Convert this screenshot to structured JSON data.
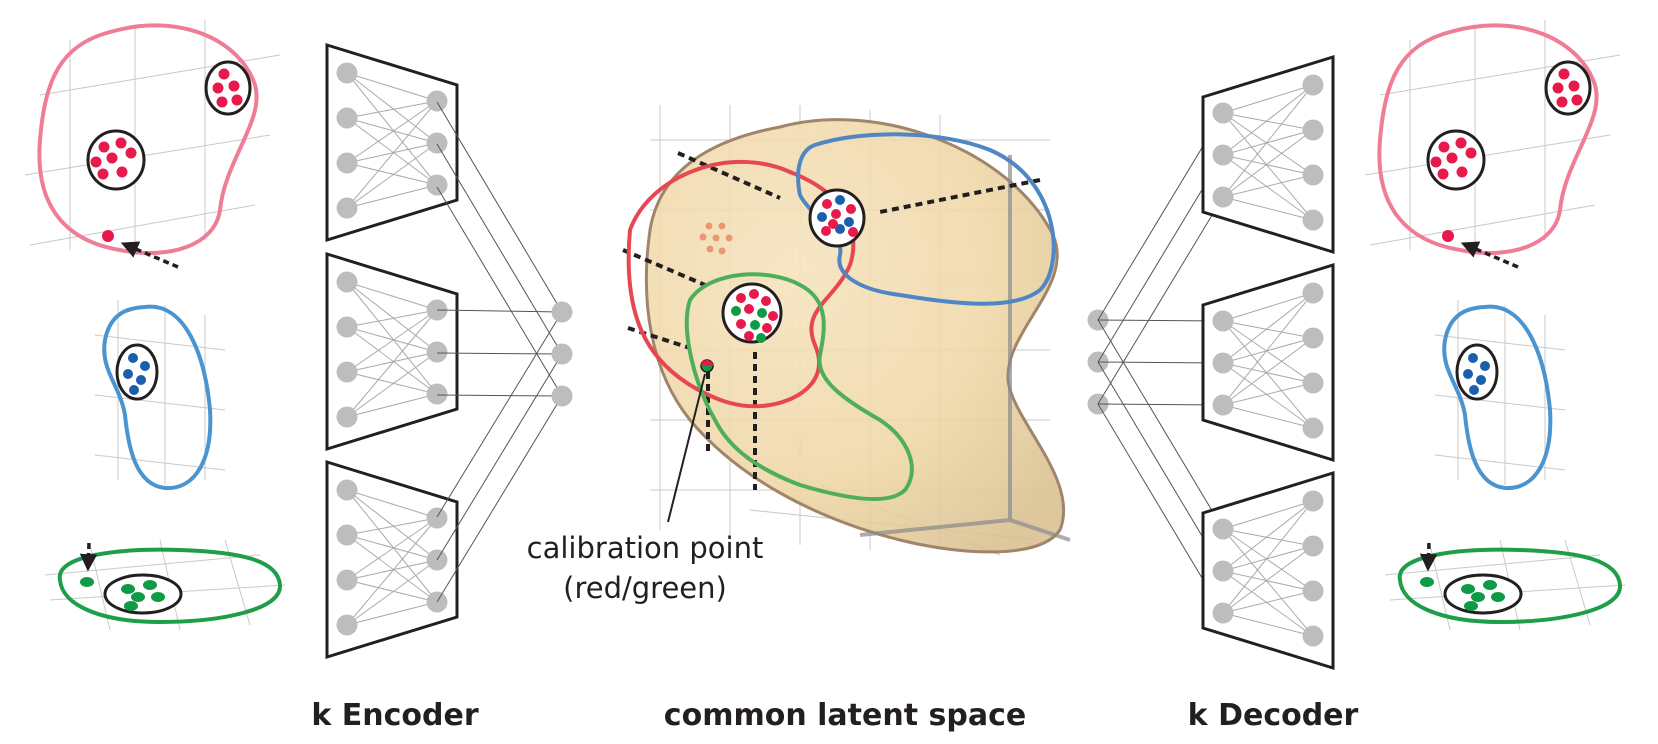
{
  "captions": {
    "encoder": "k Encoder",
    "latent": "common latent space",
    "decoder": "k Decoder"
  },
  "annotation": {
    "line1": "calibration point",
    "line2": "(red/green)"
  },
  "colors": {
    "red_domain": "#ef7d96",
    "red_points": "#e8194b",
    "blue_domain": "#4a94cf",
    "blue_points": "#1a5fae",
    "green_domain": "#1e9e48",
    "green_points": "#0f9a45",
    "latent_fill": "#f1dcae",
    "latent_outline": "#a0856a",
    "latent_red": "#e64750",
    "latent_blue": "#4f86c4",
    "latent_green": "#4fae5a",
    "node": "#bdbdbd",
    "frame": "#231f20"
  },
  "icons": {
    "neural_net": "network-trapezoid-icon",
    "cluster": "cluster-circle-icon",
    "arrow": "dashed-arrow-icon"
  }
}
